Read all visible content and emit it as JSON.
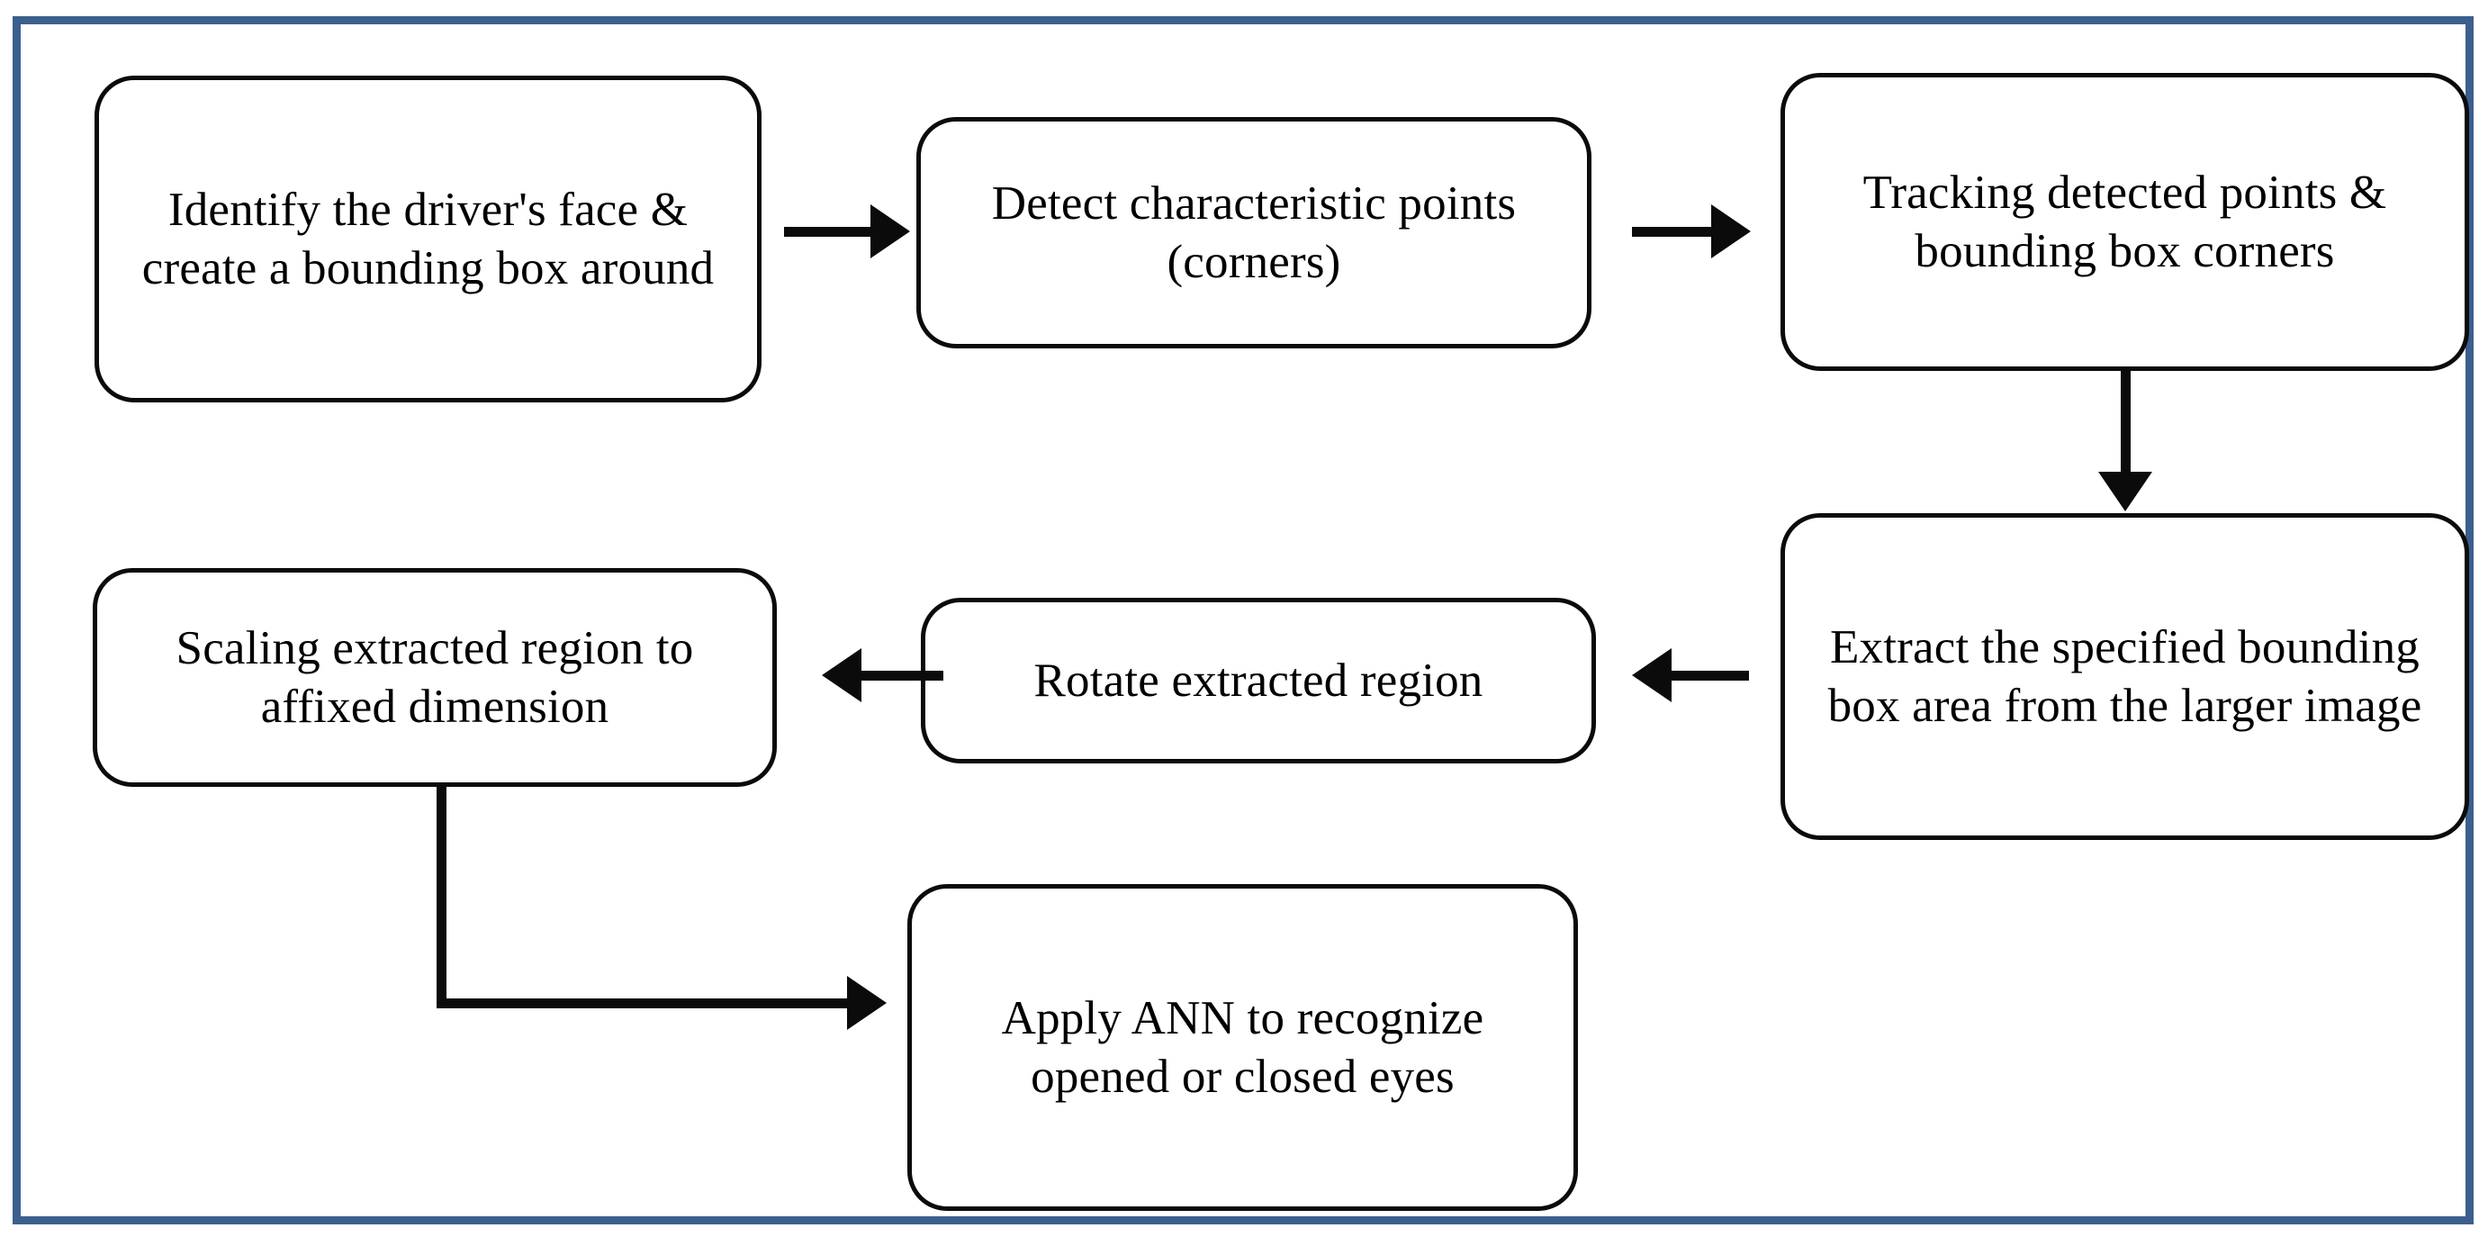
{
  "diagram": {
    "frame_color": "#3c5f8e",
    "node_border_color": "#0b0b0b",
    "connector_color": "#0b0b0b",
    "background_color": "#ffffff",
    "nodes": [
      {
        "id": "identify",
        "label": "Identify the driver's face & create a bounding box around"
      },
      {
        "id": "detect",
        "label": "Detect characteristic points (corners)"
      },
      {
        "id": "tracking",
        "label": "Tracking detected points & bounding box corners"
      },
      {
        "id": "extract",
        "label": "Extract the specified bounding box area from the larger image"
      },
      {
        "id": "rotate",
        "label": "Rotate extracted region"
      },
      {
        "id": "scaling",
        "label": "Scaling extracted region to affixed dimension"
      },
      {
        "id": "ann",
        "label": "Apply ANN to recognize opened or closed eyes"
      }
    ],
    "connectors": [
      {
        "id": "c1",
        "from": "identify",
        "to": "detect",
        "direction": "right"
      },
      {
        "id": "c2",
        "from": "detect",
        "to": "tracking",
        "direction": "right"
      },
      {
        "id": "c3",
        "from": "tracking",
        "to": "extract",
        "direction": "down"
      },
      {
        "id": "c4",
        "from": "extract",
        "to": "rotate",
        "direction": "left"
      },
      {
        "id": "c5",
        "from": "rotate",
        "to": "scaling",
        "direction": "left"
      },
      {
        "id": "c6",
        "from": "scaling",
        "to": "ann",
        "direction": "elbow-down-right"
      }
    ]
  }
}
